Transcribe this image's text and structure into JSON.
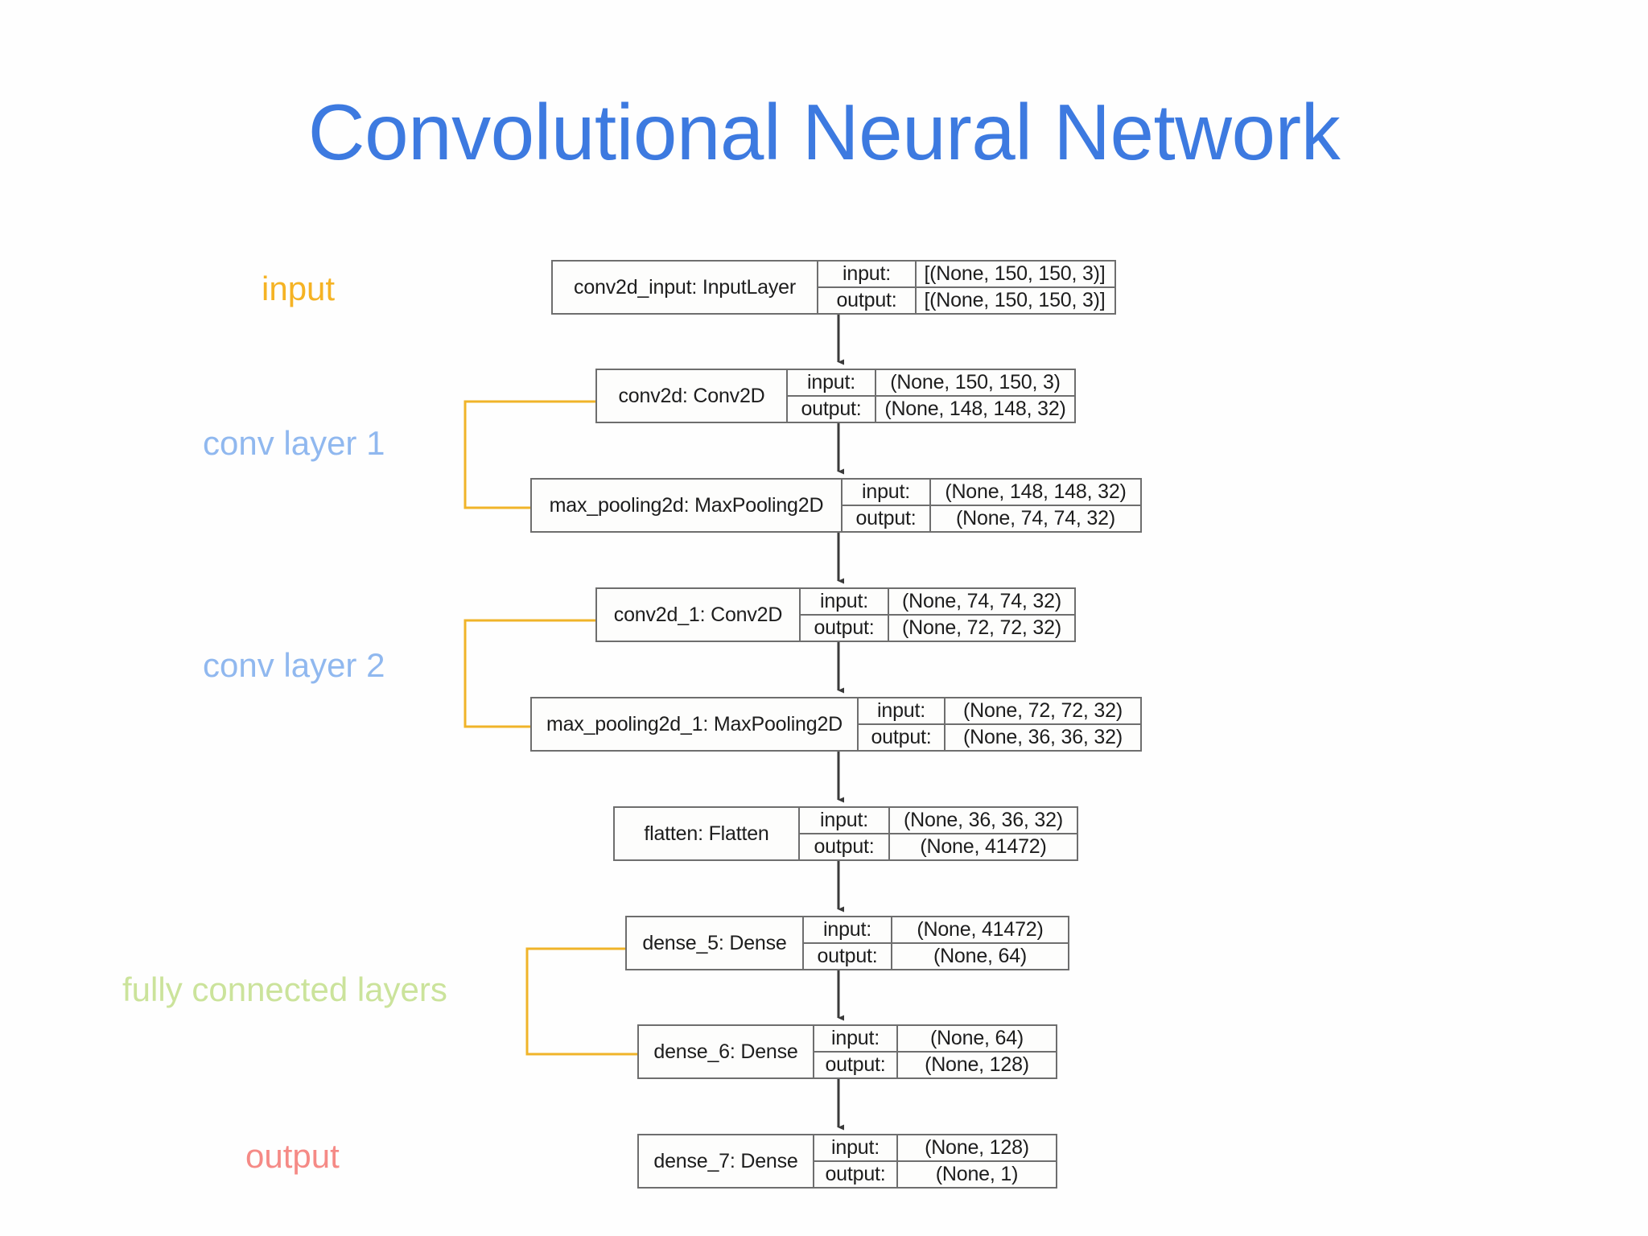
{
  "title": "Convolutional Neural Network",
  "colors": {
    "title": "#3d7ae0",
    "input_label": "#f5b324",
    "conv_label": "#90b8ef",
    "fc_label": "#cbe39b",
    "output_label": "#f58a86",
    "bracket": "#f0b429",
    "box_border": "#6e6e6e",
    "arrow": "#3a3a3a",
    "background": "#ffffff"
  },
  "annotations": [
    {
      "id": "input",
      "text": "input"
    },
    {
      "id": "conv1",
      "text": "conv layer 1"
    },
    {
      "id": "conv2",
      "text": "conv layer 2"
    },
    {
      "id": "fc",
      "text": "fully connected layers"
    },
    {
      "id": "output",
      "text": "output"
    }
  ],
  "io_labels": {
    "input": "input:",
    "output": "output:"
  },
  "graph": {
    "nodes": [
      {
        "name": "conv2d_input: InputLayer",
        "input": "[(None, 150, 150, 3)]",
        "output": "[(None, 150, 150, 3)]"
      },
      {
        "name": "conv2d: Conv2D",
        "input": "(None, 150, 150, 3)",
        "output": "(None, 148, 148, 32)"
      },
      {
        "name": "max_pooling2d: MaxPooling2D",
        "input": "(None, 148, 148, 32)",
        "output": "(None, 74, 74, 32)"
      },
      {
        "name": "conv2d_1: Conv2D",
        "input": "(None, 74, 74, 32)",
        "output": "(None, 72, 72, 32)"
      },
      {
        "name": "max_pooling2d_1: MaxPooling2D",
        "input": "(None, 72, 72, 32)",
        "output": "(None, 36, 36, 32)"
      },
      {
        "name": "flatten: Flatten",
        "input": "(None, 36, 36, 32)",
        "output": "(None, 41472)"
      },
      {
        "name": "dense_5: Dense",
        "input": "(None, 41472)",
        "output": "(None, 64)"
      },
      {
        "name": "dense_6: Dense",
        "input": "(None, 64)",
        "output": "(None, 128)"
      },
      {
        "name": "dense_7: Dense",
        "input": "(None, 128)",
        "output": "(None, 1)"
      }
    ],
    "edges": [
      {
        "from": "conv2d_input: InputLayer",
        "to": "conv2d: Conv2D"
      },
      {
        "from": "conv2d: Conv2D",
        "to": "max_pooling2d: MaxPooling2D"
      },
      {
        "from": "max_pooling2d: MaxPooling2D",
        "to": "conv2d_1: Conv2D"
      },
      {
        "from": "conv2d_1: Conv2D",
        "to": "max_pooling2d_1: MaxPooling2D"
      },
      {
        "from": "max_pooling2d_1: MaxPooling2D",
        "to": "flatten: Flatten"
      },
      {
        "from": "flatten: Flatten",
        "to": "dense_5: Dense"
      },
      {
        "from": "dense_5: Dense",
        "to": "dense_6: Dense"
      },
      {
        "from": "dense_6: Dense",
        "to": "dense_7: Dense"
      }
    ],
    "brackets": [
      {
        "label": "conv layer 1",
        "groups": [
          "conv2d: Conv2D",
          "max_pooling2d: MaxPooling2D"
        ]
      },
      {
        "label": "conv layer 2",
        "groups": [
          "conv2d_1: Conv2D",
          "max_pooling2d_1: MaxPooling2D"
        ]
      },
      {
        "label": "fully connected layers",
        "groups": [
          "dense_5: Dense",
          "dense_6: Dense"
        ]
      }
    ]
  }
}
